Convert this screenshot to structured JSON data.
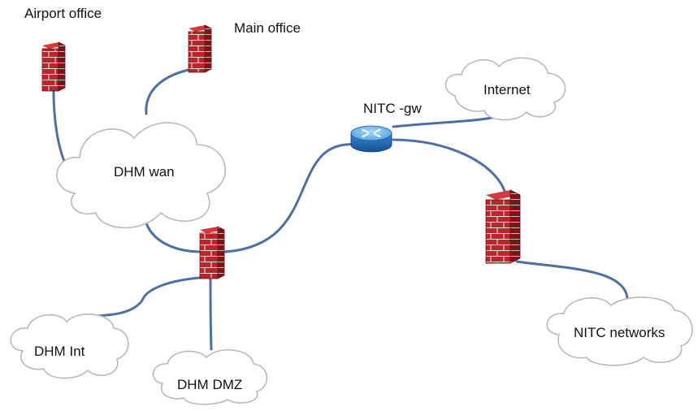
{
  "labels": {
    "airport_office": "Airport office",
    "main_office": "Main office",
    "nitc_gw": "NITC -gw",
    "internet": "Internet",
    "dhm_wan": "DHM wan",
    "dhm_int": "DHM Int",
    "dhm_dmz": "DHM DMZ",
    "nitc_networks": "NITC networks"
  },
  "icons": {
    "firewall": "firewall-icon",
    "router": "router-icon",
    "cloud": "cloud-icon"
  },
  "colors": {
    "link": "#4f6fa3",
    "brick_face": "#b8262b",
    "brick_side": "#7e1418",
    "mortar": "#e4dede",
    "router_top": "#6cb4ea",
    "router_body": "#1f66b0",
    "cloud_stroke": "#b9b9b9"
  }
}
